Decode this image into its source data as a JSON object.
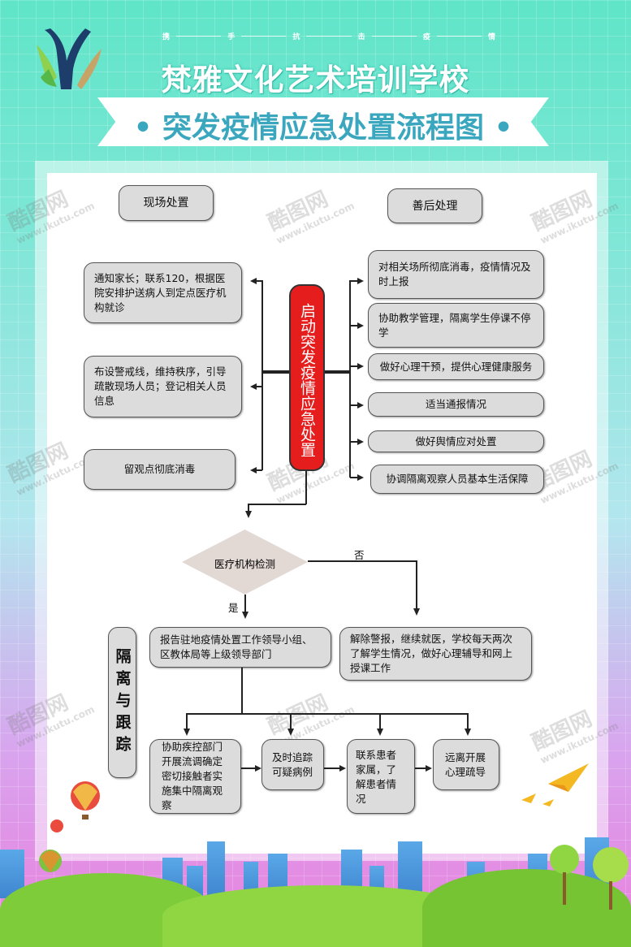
{
  "slogan": [
    "携",
    "手",
    "抗",
    "击",
    "疫",
    "情"
  ],
  "school_name": "梵雅文化艺术培训学校",
  "title": "突发疫情应急处置流程图",
  "watermark": "酷图网 www.ikutu.com",
  "headers": {
    "onsite": "现场处置",
    "aftermath": "善后处理"
  },
  "center": "启动突发疫情应急处置",
  "left_boxes": [
    "通知家长；联系120，根据医院安排护送病人到定点医疗机构就诊",
    "布设警戒线，维持秩序，引导疏散现场人员；登记相关人员信息",
    "留观点彻底消毒"
  ],
  "right_boxes": [
    "对相关场所彻底消毒，疫情情况及时上报",
    "协助教学管理，隔离学生停课不停学",
    "做好心理干预，提供心理健康服务",
    "适当通报情况",
    "做好舆情应对处置",
    "协调隔离观察人员基本生活保障"
  ],
  "decision": {
    "label": "医疗机构检测",
    "yes": "是",
    "no": "否"
  },
  "yes_box": "报告驻地疫情处置工作领导小组、区教体局等上级领导部门",
  "no_box": "解除警报，继续就医，学校每天两次了解学生情况，做好心理辅导和网上授课工作",
  "isolation_label": "隔离与跟踪",
  "steps": [
    "协助疾控部门开展流调确定密切接触者实施集中隔离观察",
    "及时追踪可疑病例",
    "联系患者家属，了解患者情况",
    "远离开展心理疏导"
  ]
}
